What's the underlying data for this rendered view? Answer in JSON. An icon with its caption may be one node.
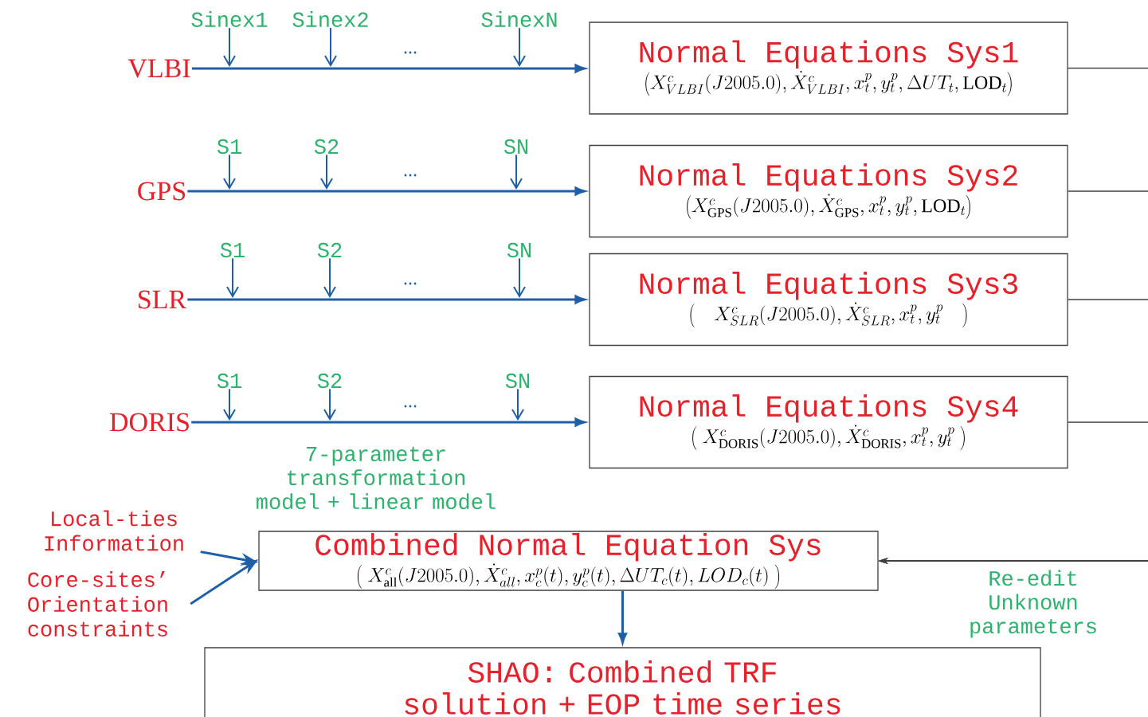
{
  "diagram": {
    "nodes": [
      {
        "text": [
          "VLBI"
        ]
      },
      {
        "text": [
          "Normal Equations Sys1",
          "\\left(X^{c}_{VLBI}(J2005.0),\\dot{X}^{c}_{VLBI},x^{p}_{t},y^{p}_{t},\\Delta UT_{t},\\mathrm{LOD}_{t}\\right)"
        ]
      },
      {
        "text": [
          "GPS"
        ]
      },
      {
        "text": [
          "Normal Equations Sys2",
          "\\left(X^{c}_{\\mathrm{GPS}}(J2005.0),\\dot{X}^{c}_{\\mathrm{GPS}},x^{p}_{t},y^{p}_{t},\\mathrm{LOD}_{t}\\right)"
        ]
      },
      {
        "text": [
          "SLR"
        ]
      },
      {
        "text": [
          "Normal Equations Sys3",
          "\\left(\\quad X^{c}_{SLR}(J2005.0),\\dot{X}^{c}_{SLR},x^{p}_{t},y^{p}_{t}\\quad\\right)"
        ]
      },
      {
        "text": [
          "DORIS"
        ]
      },
      {
        "text": [
          "Normal Equations Sys4",
          "\\left(\\; X^{c}_{\\mathrm{DORIS}}(J2005.0),\\dot{X}^{c}_{\\mathrm{DORIS}},x^{p}_{t},y^{p}_{t}\\;\\right)"
        ]
      },
      {
        "text": [
          "Local-ties Information"
        ]
      },
      {
        "text": [
          "Core-sites’ Orientation constraints"
        ]
      },
      {
        "text": [
          "Combined Normal Equation Sys",
          "\\left(\\; X^{c}_{\\mathrm{all}}(J2005.0),\\dot{X}^{c}_{all},x^{p}_{c}(t),y^{p}_{c}(t),\\Delta UT_{c}(t),LOD_{c}(t)\\;\\right)"
        ]
      },
      {
        "text": [
          "SHAO:  Combined TRF solution + EOP time series"
        ]
      },
      {
        "text": [
          "Sinex1"
        ]
      },
      {
        "text": [
          "Sinex2"
        ]
      },
      {
        "text": [
          "SinexN"
        ]
      },
      {
        "text": [
          "S1"
        ]
      },
      {
        "text": [
          "S2"
        ]
      },
      {
        "text": [
          "SN"
        ]
      },
      {
        "text": [
          "S1"
        ]
      },
      {
        "text": [
          "S2"
        ]
      },
      {
        "text": [
          "SN"
        ]
      },
      {
        "text": [
          "S1"
        ]
      },
      {
        "text": [
          "S2"
        ]
      },
      {
        "text": [
          "SN"
        ]
      }
    ],
    "edges": [
      {
        "from": 0,
        "to": 1,
        "arrow": "to"
      },
      {
        "from": 2,
        "to": 3,
        "arrow": "to"
      },
      {
        "from": 4,
        "to": 5,
        "arrow": "to"
      },
      {
        "from": 6,
        "to": 7,
        "arrow": "to"
      },
      {
        "from": 12,
        "to": null,
        "arrow": "to"
      },
      {
        "from": 13,
        "to": null,
        "arrow": "to"
      },
      {
        "from": 14,
        "to": null,
        "arrow": "to"
      },
      {
        "from": 15,
        "to": null,
        "arrow": "to"
      },
      {
        "from": 16,
        "to": null,
        "arrow": "to"
      },
      {
        "from": 17,
        "to": null,
        "arrow": "to"
      },
      {
        "from": 18,
        "to": null,
        "arrow": "to"
      },
      {
        "from": 19,
        "to": null,
        "arrow": "to"
      },
      {
        "from": 20,
        "to": null,
        "arrow": "to"
      },
      {
        "from": 21,
        "to": null,
        "arrow": "to"
      },
      {
        "from": 22,
        "to": null,
        "arrow": "to"
      },
      {
        "from": 23,
        "to": null,
        "arrow": "to"
      },
      {
        "from": 1,
        "to": 10,
        "arrow": "to",
        "color": "#404040"
      },
      {
        "from": 3,
        "to": 10,
        "arrow": "to",
        "color": "#404040"
      },
      {
        "from": 5,
        "to": 10,
        "arrow": "to",
        "color": "#404040"
      },
      {
        "from": 7,
        "to": 10,
        "arrow": "to",
        "color": "#404040"
      },
      {
        "from": 8,
        "to": 10,
        "arrow": "to"
      },
      {
        "from": 9,
        "to": 10,
        "arrow": "to"
      },
      {
        "from": 10,
        "to": 11,
        "arrow": "to"
      }
    ],
    "labels": [
      "...",
      "...",
      "...",
      "...",
      "7-parameter transformation model + linear model",
      "Re-edit Unknown parameters"
    ]
  }
}
